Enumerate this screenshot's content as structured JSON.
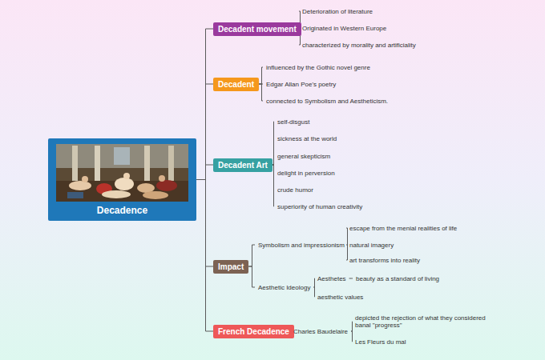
{
  "diagram": {
    "nodes": [
      {
        "text": [
          "Decadence"
        ]
      },
      {
        "text": [
          "Decadent movement"
        ]
      },
      {
        "text": [
          "Deterioration of literature"
        ]
      },
      {
        "text": [
          "Originated in Western Europe"
        ]
      },
      {
        "text": [
          "characterized by morality and artificiality"
        ]
      },
      {
        "text": [
          "Decadent"
        ]
      },
      {
        "text": [
          "influenced by the Gothic novel genre"
        ]
      },
      {
        "text": [
          "Edgar Allan Poe's poetry"
        ]
      },
      {
        "text": [
          "connected to Symbolism and Aestheticism."
        ]
      },
      {
        "text": [
          "Decadent Art"
        ]
      },
      {
        "text": [
          "self-disgust"
        ]
      },
      {
        "text": [
          "sickness at the world"
        ]
      },
      {
        "text": [
          "general skepticism"
        ]
      },
      {
        "text": [
          "delight in perversion"
        ]
      },
      {
        "text": [
          "crude humor"
        ]
      },
      {
        "text": [
          "superiority of human creativity"
        ]
      },
      {
        "text": [
          "Impact"
        ]
      },
      {
        "text": [
          "Symbolism and impressionism"
        ]
      },
      {
        "text": [
          "escape from the menial realities of life"
        ]
      },
      {
        "text": [
          "natural imagery"
        ]
      },
      {
        "text": [
          "art transforms into reality"
        ]
      },
      {
        "text": [
          "Aesthetic Ideology"
        ]
      },
      {
        "text": [
          "Aesthetes"
        ]
      },
      {
        "text": [
          "beauty as a standard of living"
        ]
      },
      {
        "text": [
          "aesthetic values"
        ]
      },
      {
        "text": [
          "French Decadence"
        ]
      },
      {
        "text": [
          "Charles Baudelaire"
        ]
      },
      {
        "text": [
          "depicted the rejection of what they considered banal \"progress\""
        ]
      },
      {
        "text": [
          "Les Fleurs du mal"
        ]
      }
    ],
    "edges": [
      {
        "from": 0,
        "to": 1,
        "arrow": "none"
      },
      {
        "from": 0,
        "to": 5,
        "arrow": "none"
      },
      {
        "from": 0,
        "to": 9,
        "arrow": "none"
      },
      {
        "from": 0,
        "to": 16,
        "arrow": "none"
      },
      {
        "from": 0,
        "to": 25,
        "arrow": "none"
      },
      {
        "from": 1,
        "to": 2,
        "arrow": "none"
      },
      {
        "from": 1,
        "to": 3,
        "arrow": "none"
      },
      {
        "from": 1,
        "to": 4,
        "arrow": "none"
      },
      {
        "from": 5,
        "to": 6,
        "arrow": "none"
      },
      {
        "from": 5,
        "to": 7,
        "arrow": "none"
      },
      {
        "from": 5,
        "to": 8,
        "arrow": "none"
      },
      {
        "from": 9,
        "to": 10,
        "arrow": "none"
      },
      {
        "from": 9,
        "to": 11,
        "arrow": "none"
      },
      {
        "from": 9,
        "to": 12,
        "arrow": "none"
      },
      {
        "from": 9,
        "to": 13,
        "arrow": "none"
      },
      {
        "from": 9,
        "to": 14,
        "arrow": "none"
      },
      {
        "from": 9,
        "to": 15,
        "arrow": "none"
      },
      {
        "from": 16,
        "to": 17,
        "arrow": "none"
      },
      {
        "from": 16,
        "to": 21,
        "arrow": "none"
      },
      {
        "from": 17,
        "to": 18,
        "arrow": "none"
      },
      {
        "from": 17,
        "to": 19,
        "arrow": "none"
      },
      {
        "from": 17,
        "to": 20,
        "arrow": "none"
      },
      {
        "from": 21,
        "to": 22,
        "arrow": "none"
      },
      {
        "from": 21,
        "to": 24,
        "arrow": "none"
      },
      {
        "from": 22,
        "to": 23,
        "arrow": "none"
      },
      {
        "from": 25,
        "to": 26,
        "arrow": "none"
      },
      {
        "from": 26,
        "to": 27,
        "arrow": "none"
      },
      {
        "from": 26,
        "to": 28,
        "arrow": "none"
      }
    ]
  }
}
